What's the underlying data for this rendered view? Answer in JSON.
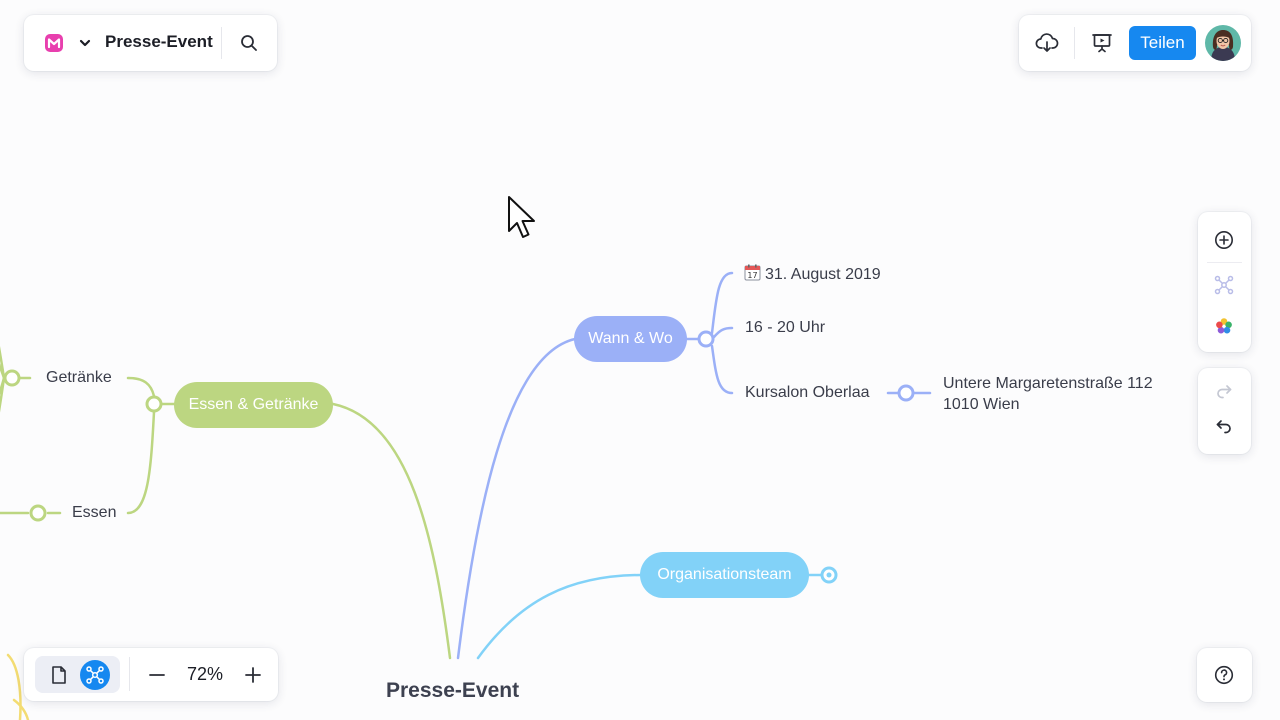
{
  "header": {
    "title": "Presse-Event",
    "share_label": "Teilen"
  },
  "zoom": {
    "level": "72%"
  },
  "mindmap": {
    "root": "Presse-Event",
    "branches": {
      "wann_wo": {
        "label": "Wann & Wo",
        "color": "#9bb0f7",
        "children": [
          "31. August 2019",
          "16 - 20 Uhr",
          "Kursalon Oberlaa"
        ],
        "address_line1": "Untere Margaretenstraße 112",
        "address_line2": "1010 Wien"
      },
      "essen": {
        "label": "Essen & Getränke",
        "color": "#bcd681",
        "children": [
          "Getränke",
          "Essen"
        ]
      },
      "orga": {
        "label": "Organisationsteam",
        "color": "#82d2f8"
      }
    }
  },
  "colors": {
    "accent": "#1688f0",
    "logo": "#e83fae"
  },
  "icons": {
    "logo": "mindmeister-logo-icon",
    "calendar": "calendar-icon",
    "cursor": "mouse-pointer-icon"
  }
}
